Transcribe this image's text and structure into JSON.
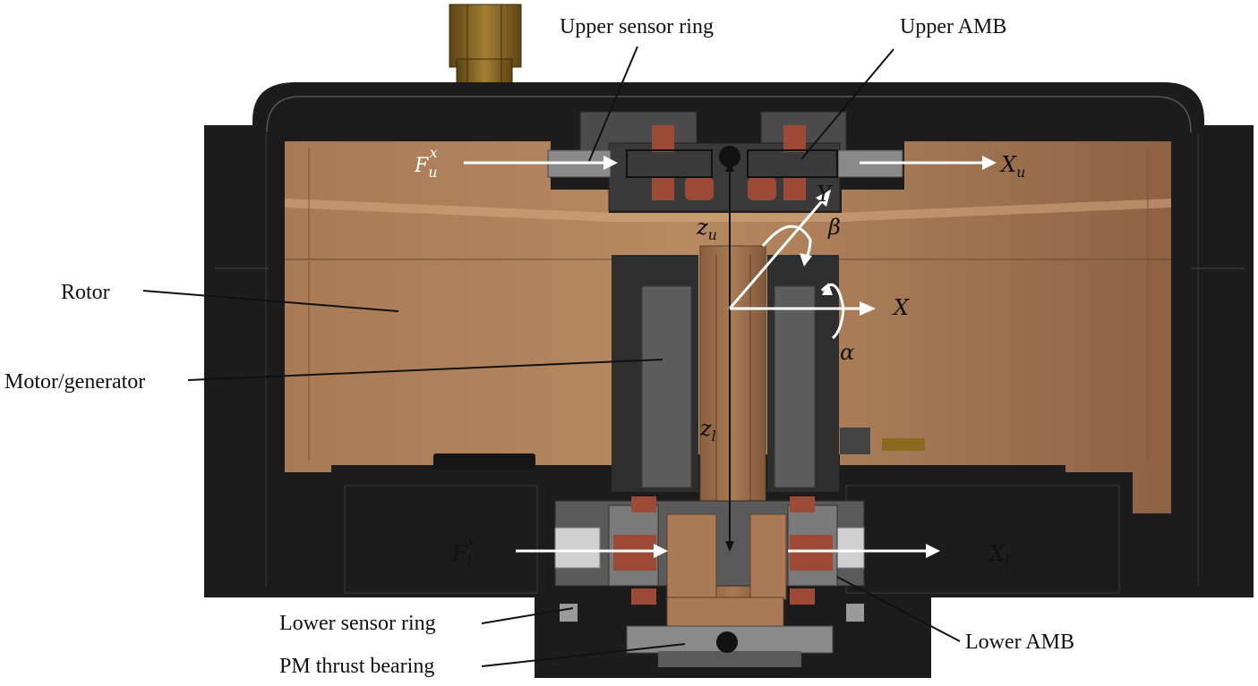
{
  "labels": {
    "upper_sensor_ring": "Upper sensor ring",
    "upper_amb": "Upper AMB",
    "rotor": "Rotor",
    "motor_generator": "Motor/generator",
    "lower_sensor_ring": "Lower sensor ring",
    "pm_thrust_bearing": "PM thrust bearing",
    "lower_amb": "Lower AMB"
  },
  "symbols": {
    "force_upper": {
      "base": "F",
      "sub": "u",
      "sup": "x"
    },
    "force_lower": {
      "base": "F",
      "sub": "l",
      "sup": "x"
    },
    "disp_upper": {
      "base": "X",
      "sub": "u"
    },
    "disp_lower": {
      "base": "X",
      "sub": "l"
    },
    "axis_x": "X",
    "axis_y": "Y",
    "tilt_alpha": "α",
    "tilt_beta": "β",
    "dist_upper": {
      "base": "z",
      "sub": "u"
    },
    "dist_lower": {
      "base": "z",
      "sub": "l"
    }
  },
  "colors": {
    "housing": "#1c1c1c",
    "rotor": "#a67550",
    "rotor_dark": "#8a5e40",
    "coil": "#9c4a36",
    "steel": "#777777",
    "arrow": "#ffffff"
  }
}
